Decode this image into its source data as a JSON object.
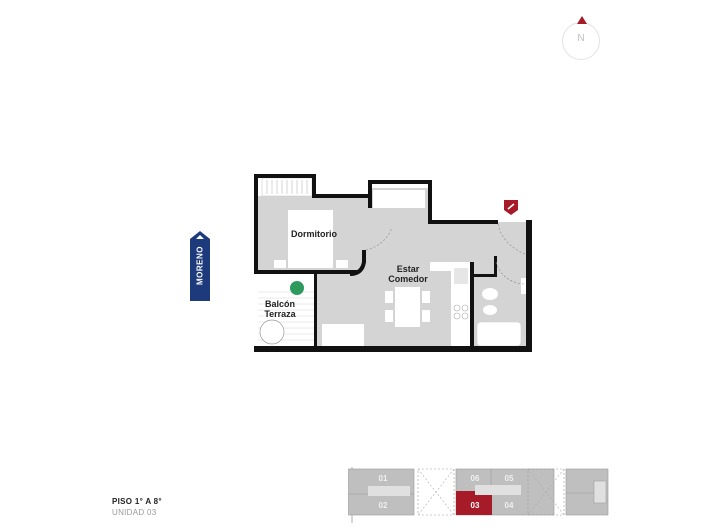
{
  "compass": {
    "label": "N",
    "arrow_color": "#a61b27"
  },
  "street": {
    "name": "MORENO",
    "color": "#1c3a7c"
  },
  "plan": {
    "rooms": [
      {
        "id": "dormitorio",
        "label": "Dormitorio"
      },
      {
        "id": "estar",
        "label_line1": "Estar",
        "label_line2": "Comedor"
      },
      {
        "id": "balcon",
        "label_line1": "Balcón",
        "label_line2": "Terraza"
      }
    ],
    "entrance_icon": "entrance-key-icon",
    "accent_color": "#a61b27",
    "floor_color": "#d4d4d4",
    "wall_color": "#111111"
  },
  "legend": {
    "floor": "PISO 1° A 8°",
    "unit": "UNIDAD 03"
  },
  "keyplan": {
    "units": [
      {
        "id": "01",
        "label": "01"
      },
      {
        "id": "02",
        "label": "02"
      },
      {
        "id": "06",
        "label": "06"
      },
      {
        "id": "05",
        "label": "05"
      },
      {
        "id": "03",
        "label": "03",
        "selected": true
      },
      {
        "id": "04",
        "label": "04"
      }
    ],
    "selected_color": "#a61b27",
    "unit_color": "#bfbfbf"
  }
}
